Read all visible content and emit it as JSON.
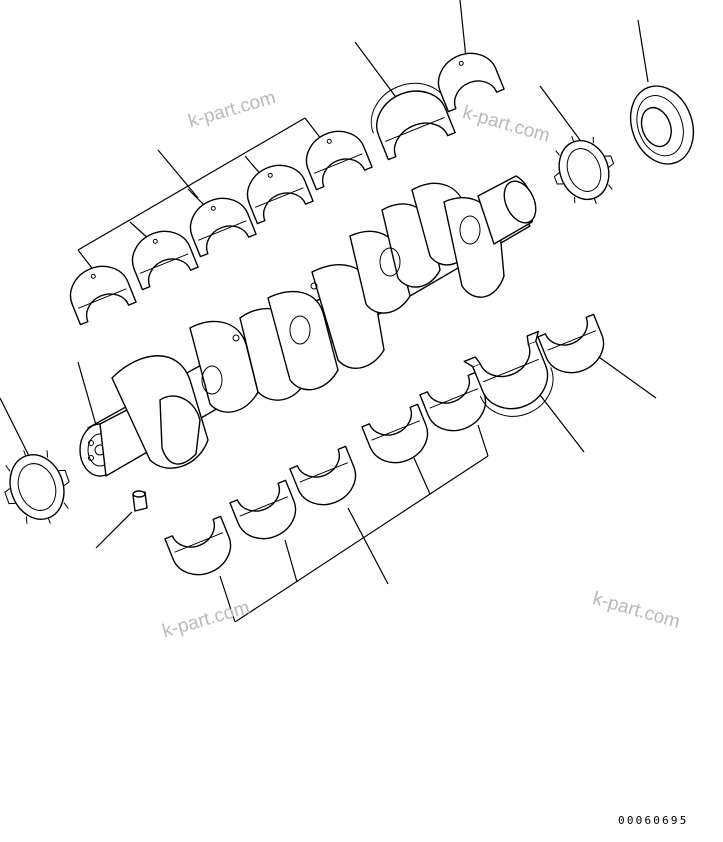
{
  "watermarks": [
    "k-part.com",
    "k-part.com",
    "k-part.com",
    "k-part.com"
  ],
  "drawing_number": "00060695"
}
